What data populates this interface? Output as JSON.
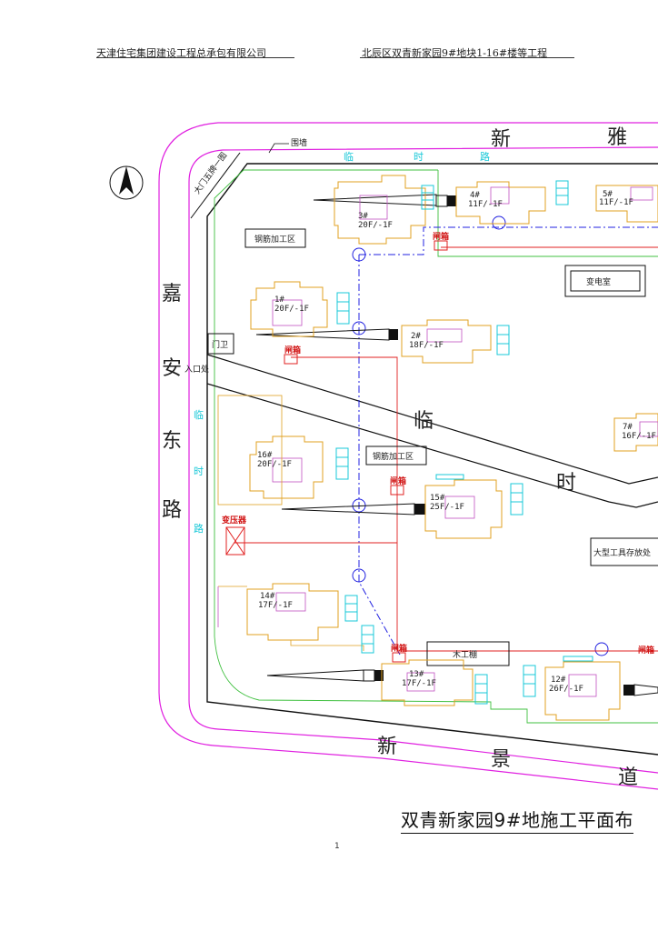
{
  "header": {
    "company": "天津住宅集团建设工程总承包有限公司",
    "project": "北辰区双青新家园9#地块1-16#楼等工程"
  },
  "roads": {
    "north": [
      "新",
      "雅"
    ],
    "west": [
      "嘉",
      "安",
      "东",
      "路"
    ],
    "south": [
      "新",
      "景",
      "道"
    ],
    "temp_road": [
      "临",
      "时"
    ],
    "temp_top": [
      "临",
      "时",
      "路"
    ],
    "temp_west": [
      "临",
      "时",
      "路"
    ]
  },
  "labels": {
    "fence": "围墙",
    "entrance": "入口处",
    "gate": "门卫",
    "signboard": "大门五牌一图",
    "transformer": "变压器",
    "power_room": "变电室",
    "rebar_yard_1": "钢筋加工区",
    "rebar_yard_2": "钢筋加工区",
    "carpentry": "木工棚",
    "tool_storage": "大型工具存放处",
    "breaker": "闸箱"
  },
  "buildings": [
    {
      "id": "b1",
      "name": "1#",
      "floors": "20F/-1F"
    },
    {
      "id": "b2",
      "name": "2#",
      "floors": "18F/-1F"
    },
    {
      "id": "b3",
      "name": "3#",
      "floors": "20F/-1F"
    },
    {
      "id": "b4",
      "name": "4#",
      "floors": "11F/-1F"
    },
    {
      "id": "b5",
      "name": "5#",
      "floors": "11F/-1F"
    },
    {
      "id": "b7",
      "name": "7#",
      "floors": "16F/-1F"
    },
    {
      "id": "b12",
      "name": "12#",
      "floors": "26F/-1F"
    },
    {
      "id": "b13",
      "name": "13#",
      "floors": "17F/-1F"
    },
    {
      "id": "b14",
      "name": "14#",
      "floors": "17F/-1F"
    },
    {
      "id": "b15",
      "name": "15#",
      "floors": "25F/-1F"
    },
    {
      "id": "b16",
      "name": "16#",
      "floors": "20F/-1F"
    }
  ],
  "title": "双青新家园9#地施工平面布",
  "page_number": "1",
  "colors": {
    "magenta": "#e020e0",
    "green": "#40c040",
    "cyan": "#18c8d8",
    "building_outline": "#e0a020",
    "core": "#c050c0",
    "power_line": "#e02020",
    "water_line": "#2020e0"
  },
  "icons": {
    "north_arrow": "north-arrow-icon",
    "crane": "tower-crane-icon"
  }
}
